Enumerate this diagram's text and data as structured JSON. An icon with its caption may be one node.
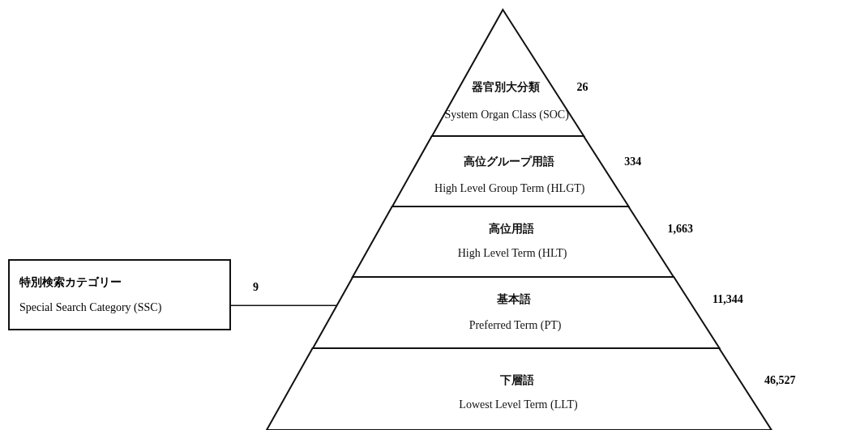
{
  "diagram": {
    "nodes": [
      {
        "text": [
          "器官別大分類",
          "System Organ Class (SOC)"
        ],
        "beside": [
          "26"
        ]
      },
      {
        "text": [
          "高位グループ用語",
          "High Level Group Term (HLGT)"
        ],
        "beside": [
          "334"
        ]
      },
      {
        "text": [
          "高位用語",
          "High Level Term (HLT)"
        ],
        "beside": [
          "1,663"
        ]
      },
      {
        "text": [
          "基本語",
          "Preferred Term (PT)"
        ],
        "beside": [
          "11,344"
        ]
      },
      {
        "text": [
          "下層語",
          "Lowest Level Term (LLT)"
        ],
        "beside": [
          "46,527"
        ]
      },
      {
        "text": [
          "特別検索カテゴリー",
          "Special Search Category (SSC)"
        ],
        "beside": [
          "9"
        ]
      }
    ],
    "edges": [
      {
        "from": 5,
        "to": 3,
        "arrow": "none"
      }
    ]
  }
}
